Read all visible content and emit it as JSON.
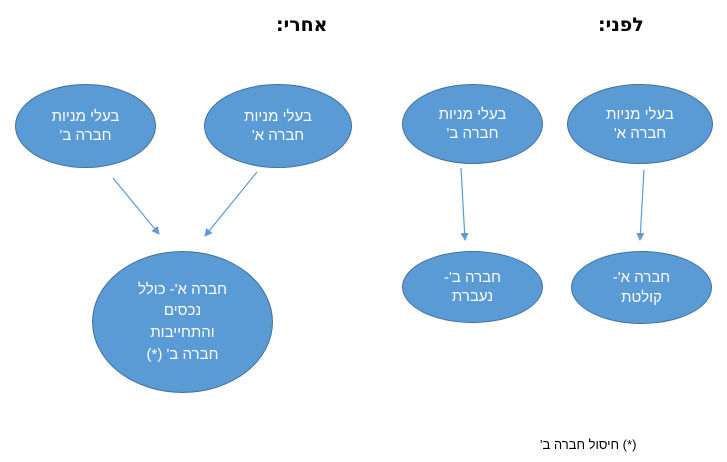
{
  "titles": {
    "before": "לפני:",
    "after": "אחרי:"
  },
  "nodes": {
    "shareholders_a_before": {
      "line1": "בעלי מניות",
      "line2": "חברה א'"
    },
    "shareholders_b_before": {
      "line1": "בעלי מניות",
      "line2": "חברה ב'"
    },
    "company_a_absorbing": {
      "line1": "חברה א'-",
      "line2": "קולטת"
    },
    "company_b_absorbed": {
      "line1": "חברה ב'-",
      "line2": "נעברת"
    },
    "shareholders_a_after": {
      "line1": "בעלי מניות",
      "line2": "חברה א'"
    },
    "shareholders_b_after": {
      "line1": "בעלי מניות",
      "line2": "חברה ב'"
    },
    "merged_company": {
      "line1": "חברה א'- כולל",
      "line2": "נכסים",
      "line3": "והתחייבות",
      "line4": "חברה ב' (*)"
    }
  },
  "footnote": "(*) חיסול חברה ב'",
  "colors": {
    "node_fill": "#5b9bd5",
    "node_border": "#41719c",
    "node_text": "#ffffff",
    "arrow": "#5b9bd5"
  }
}
